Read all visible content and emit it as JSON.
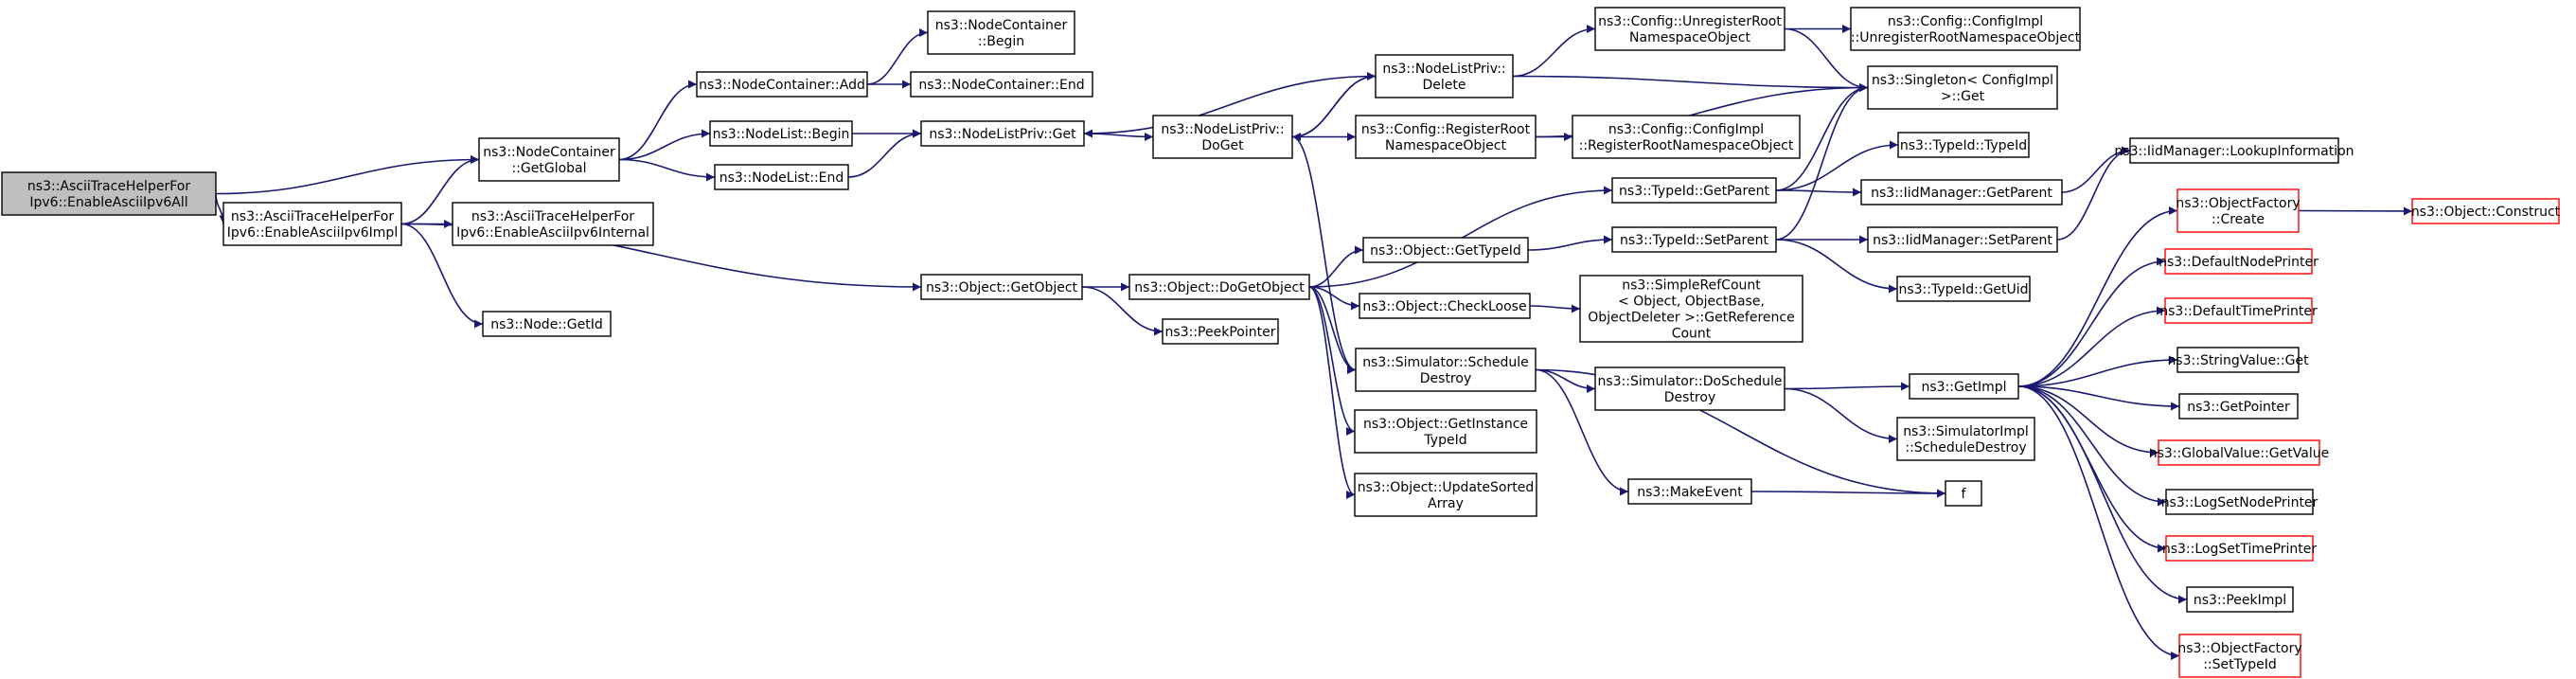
{
  "graph": {
    "box_colors": {
      "default_fill": "#ffffff",
      "root_fill": "#bfbfbf",
      "border": "#000000",
      "truncated_border": "#ff0000",
      "edge": "#191970"
    },
    "nodes": [
      {
        "id": "n0",
        "lines": [
          "ns3::AsciiTraceHelperFor",
          "Ipv6::EnableAsciiIpv6All"
        ],
        "kind": "root"
      },
      {
        "id": "n1",
        "lines": [
          "ns3::NodeContainer",
          "::GetGlobal"
        ]
      },
      {
        "id": "n2",
        "lines": [
          "ns3::AsciiTraceHelperFor",
          "Ipv6::EnableAsciiIpv6Impl"
        ]
      },
      {
        "id": "n3",
        "lines": [
          "ns3::NodeContainer::Add"
        ]
      },
      {
        "id": "n4",
        "lines": [
          "ns3::NodeList::Begin"
        ]
      },
      {
        "id": "n5",
        "lines": [
          "ns3::NodeList::End"
        ]
      },
      {
        "id": "n6",
        "lines": [
          "ns3::NodeContainer",
          "::Begin"
        ]
      },
      {
        "id": "n7",
        "lines": [
          "ns3::NodeContainer::End"
        ]
      },
      {
        "id": "n8",
        "lines": [
          "ns3::NodeListPriv::Get"
        ]
      },
      {
        "id": "n9",
        "lines": [
          "ns3::NodeListPriv::",
          "DoGet"
        ]
      },
      {
        "id": "n10",
        "lines": [
          "ns3::NodeListPriv::",
          "Delete"
        ]
      },
      {
        "id": "n11",
        "lines": [
          "ns3::Config::UnregisterRoot",
          "NamespaceObject"
        ]
      },
      {
        "id": "n12",
        "lines": [
          "ns3::Config::ConfigImpl",
          "::UnregisterRootNamespaceObject"
        ]
      },
      {
        "id": "n13",
        "lines": [
          "ns3::Singleton< ConfigImpl",
          " >::Get"
        ]
      },
      {
        "id": "n14",
        "lines": [
          "ns3::Config::RegisterRoot",
          "NamespaceObject"
        ]
      },
      {
        "id": "n15",
        "lines": [
          "ns3::Config::ConfigImpl",
          "::RegisterRootNamespaceObject"
        ]
      },
      {
        "id": "n16",
        "lines": [
          "ns3::AsciiTraceHelperFor",
          "Ipv6::EnableAsciiIpv6Internal"
        ]
      },
      {
        "id": "n17",
        "lines": [
          "ns3::Node::GetId"
        ]
      },
      {
        "id": "n18",
        "lines": [
          "ns3::Object::GetObject"
        ]
      },
      {
        "id": "n19",
        "lines": [
          "ns3::Object::DoGetObject"
        ]
      },
      {
        "id": "n20",
        "lines": [
          "ns3::PeekPointer"
        ]
      },
      {
        "id": "n21",
        "lines": [
          "ns3::TypeId::GetParent"
        ]
      },
      {
        "id": "n22",
        "lines": [
          "ns3::TypeId::TypeId"
        ]
      },
      {
        "id": "n23",
        "lines": [
          "ns3::IidManager::LookupInformation"
        ]
      },
      {
        "id": "n24",
        "lines": [
          "ns3::IidManager::GetParent"
        ]
      },
      {
        "id": "n25",
        "lines": [
          "ns3::Object::GetTypeId"
        ]
      },
      {
        "id": "n26",
        "lines": [
          "ns3::TypeId::SetParent"
        ]
      },
      {
        "id": "n27",
        "lines": [
          "ns3::IidManager::SetParent"
        ]
      },
      {
        "id": "n28",
        "lines": [
          "ns3::TypeId::GetUid"
        ]
      },
      {
        "id": "n29",
        "lines": [
          "ns3::Object::CheckLoose"
        ]
      },
      {
        "id": "n30",
        "lines": [
          "ns3::SimpleRefCount",
          "< Object, ObjectBase,",
          "ObjectDeleter >::GetReference",
          "Count"
        ]
      },
      {
        "id": "n31",
        "lines": [
          "ns3::Simulator::Schedule",
          "Destroy"
        ]
      },
      {
        "id": "n32",
        "lines": [
          "ns3::Simulator::DoSchedule",
          "Destroy"
        ]
      },
      {
        "id": "n33",
        "lines": [
          "ns3::SimulatorImpl",
          "::ScheduleDestroy"
        ]
      },
      {
        "id": "n34",
        "lines": [
          "ns3::GetImpl"
        ]
      },
      {
        "id": "n35",
        "lines": [
          "ns3::Object::GetInstance",
          "TypeId"
        ]
      },
      {
        "id": "n36",
        "lines": [
          "ns3::Object::UpdateSorted",
          "Array"
        ]
      },
      {
        "id": "n37",
        "lines": [
          "ns3::MakeEvent"
        ]
      },
      {
        "id": "n38",
        "lines": [
          "f"
        ]
      },
      {
        "id": "n39",
        "lines": [
          "ns3::ObjectFactory",
          "::Create"
        ],
        "kind": "truncated"
      },
      {
        "id": "n40",
        "lines": [
          "ns3::Object::Construct"
        ],
        "kind": "truncated"
      },
      {
        "id": "n41",
        "lines": [
          "ns3::DefaultNodePrinter"
        ],
        "kind": "truncated"
      },
      {
        "id": "n42",
        "lines": [
          "ns3::DefaultTimePrinter"
        ],
        "kind": "truncated"
      },
      {
        "id": "n43",
        "lines": [
          "ns3::StringValue::Get"
        ]
      },
      {
        "id": "n44",
        "lines": [
          "ns3::GetPointer"
        ]
      },
      {
        "id": "n45",
        "lines": [
          "ns3::GlobalValue::GetValue"
        ],
        "kind": "truncated"
      },
      {
        "id": "n46",
        "lines": [
          "ns3::LogSetNodePrinter"
        ]
      },
      {
        "id": "n47",
        "lines": [
          "ns3::LogSetTimePrinter"
        ],
        "kind": "truncated"
      },
      {
        "id": "n48",
        "lines": [
          "ns3::PeekImpl"
        ]
      },
      {
        "id": "n49",
        "lines": [
          "ns3::ObjectFactory",
          "::SetTypeId"
        ],
        "kind": "truncated"
      }
    ],
    "edges": [
      [
        "n0",
        "n1"
      ],
      [
        "n0",
        "n2"
      ],
      [
        "n1",
        "n3"
      ],
      [
        "n1",
        "n4"
      ],
      [
        "n1",
        "n5"
      ],
      [
        "n3",
        "n6"
      ],
      [
        "n3",
        "n7"
      ],
      [
        "n4",
        "n8"
      ],
      [
        "n5",
        "n8"
      ],
      [
        "n8",
        "n9"
      ],
      [
        "n9",
        "n10"
      ],
      [
        "n9",
        "n14"
      ],
      [
        "n9",
        "n31"
      ],
      [
        "n10",
        "n8"
      ],
      [
        "n10",
        "n9"
      ],
      [
        "n10",
        "n11"
      ],
      [
        "n10",
        "n13"
      ],
      [
        "n11",
        "n12"
      ],
      [
        "n11",
        "n13"
      ],
      [
        "n14",
        "n13"
      ],
      [
        "n14",
        "n15"
      ],
      [
        "n2",
        "n1"
      ],
      [
        "n2",
        "n16"
      ],
      [
        "n2",
        "n17"
      ],
      [
        "n2",
        "n18"
      ],
      [
        "n18",
        "n19"
      ],
      [
        "n18",
        "n20"
      ],
      [
        "n19",
        "n21"
      ],
      [
        "n19",
        "n25"
      ],
      [
        "n19",
        "n29"
      ],
      [
        "n19",
        "n31"
      ],
      [
        "n19",
        "n35"
      ],
      [
        "n19",
        "n36"
      ],
      [
        "n21",
        "n13"
      ],
      [
        "n21",
        "n22"
      ],
      [
        "n21",
        "n24"
      ],
      [
        "n24",
        "n23"
      ],
      [
        "n25",
        "n26"
      ],
      [
        "n26",
        "n13"
      ],
      [
        "n26",
        "n27"
      ],
      [
        "n26",
        "n28"
      ],
      [
        "n27",
        "n23"
      ],
      [
        "n29",
        "n30"
      ],
      [
        "n31",
        "n32"
      ],
      [
        "n31",
        "n37"
      ],
      [
        "n31",
        "n38"
      ],
      [
        "n32",
        "n34"
      ],
      [
        "n32",
        "n33"
      ],
      [
        "n37",
        "n38"
      ],
      [
        "n34",
        "n39"
      ],
      [
        "n34",
        "n41"
      ],
      [
        "n34",
        "n42"
      ],
      [
        "n34",
        "n43"
      ],
      [
        "n34",
        "n44"
      ],
      [
        "n34",
        "n45"
      ],
      [
        "n34",
        "n46"
      ],
      [
        "n34",
        "n47"
      ],
      [
        "n34",
        "n48"
      ],
      [
        "n34",
        "n49"
      ],
      [
        "n39",
        "n40"
      ]
    ]
  }
}
